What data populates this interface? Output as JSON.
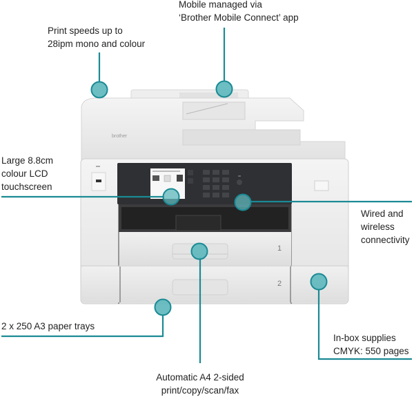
{
  "colors": {
    "accent": "#1a8a94",
    "dot_fill": "#5fb8be",
    "printer_body": "#ececec",
    "panel": "#2f3033"
  },
  "product": {
    "brand_badge": "brother",
    "tray_numbers": [
      "1",
      "2"
    ]
  },
  "callouts": [
    {
      "id": "print-speed",
      "lines": [
        "Print speeds up to",
        "28ipm mono and colour"
      ]
    },
    {
      "id": "mobile",
      "lines": [
        "Mobile managed via",
        "‘Brother Mobile Connect’ app"
      ]
    },
    {
      "id": "lcd",
      "lines": [
        "Large 8.8cm",
        "colour LCD",
        "touchscreen"
      ]
    },
    {
      "id": "connectivity",
      "lines": [
        "Wired and",
        "wireless",
        "connectivity"
      ]
    },
    {
      "id": "trays",
      "lines": [
        "2 x 250 A3 paper trays"
      ]
    },
    {
      "id": "duplex",
      "lines": [
        "Automatic A4 2-sided",
        "print/copy/scan/fax"
      ]
    },
    {
      "id": "supplies",
      "lines": [
        "In-box supplies",
        "CMYK: 550 pages"
      ]
    }
  ]
}
